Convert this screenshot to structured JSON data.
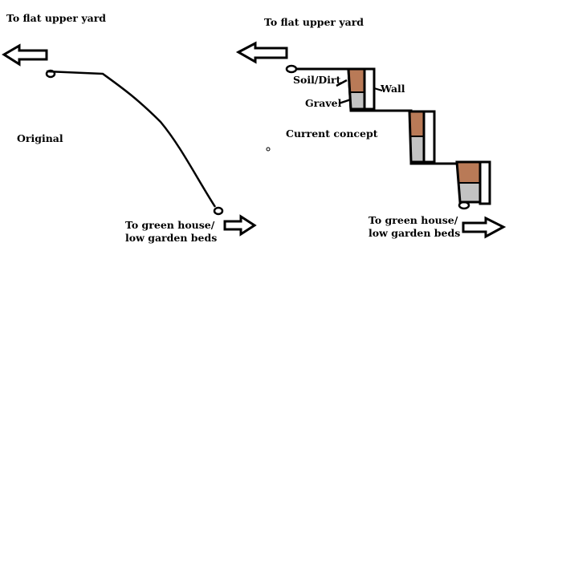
{
  "original": {
    "top_label": "To flat upper yard",
    "caption": "Original",
    "bottom_label_line1": "To green house/",
    "bottom_label_line2": "low garden beds"
  },
  "concept": {
    "top_label": "To flat upper yard",
    "caption": "Current concept",
    "bottom_label_line1": "To green house/",
    "bottom_label_line2": "low garden beds",
    "callouts": {
      "soil": "Soil/Dirt",
      "gravel": "Gravel",
      "wall": "Wall"
    }
  },
  "colors": {
    "line": "#000000",
    "soil": "#b97a57",
    "gravel": "#c3c3c3",
    "wall": "#ffffff",
    "background": "#ffffff"
  }
}
